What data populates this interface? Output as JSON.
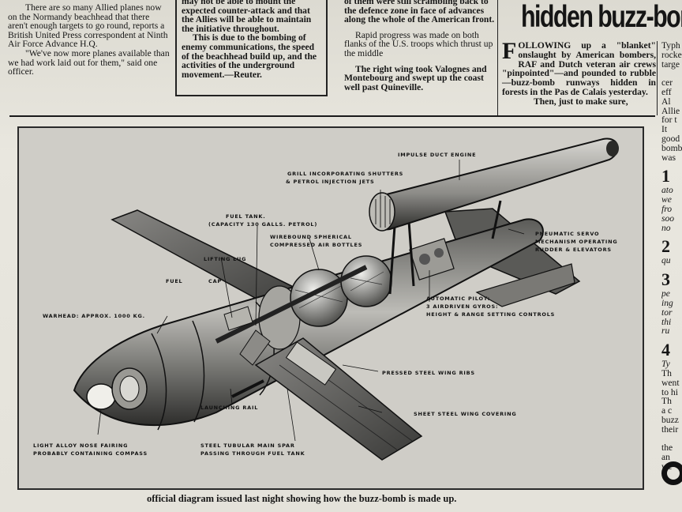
{
  "column1": {
    "paragraphs": [
      "There are so many Allied planes now on the Normandy beachhead that there aren't enough targets to go round, reports a British United Press correspondent at Ninth Air Force Advance H.Q.",
      "\"We've now more planes available than we had work laid out for them,\" said one officer."
    ]
  },
  "column2": {
    "paragraphs": [
      "may not be able to mount the expected counter-attack and that the Allies will be able to maintain the initiative throughout.",
      "This is due to the bombing of enemy communications, the speed of the beachhead build up, and the activities of the underground movement.—Reuter."
    ]
  },
  "column3": {
    "paragraphs": [
      "of them were still scrambling back to the defence zone in face of advances along the whole of the American front.",
      "Rapid progress was made on both flanks of the U.S. troops which thrust up the middle",
      "The right wing took Valognes and Montebourg and swept up the coast well past Quineville."
    ]
  },
  "headline": "hidden buzz-bomb",
  "column4": {
    "dropcap": "F",
    "text": "OLLOWING up a \"blanket\" onslaught by American bombers, RAF and Dutch veteran air crews \"pinpointed\"—and pounded to rubble—buzz-bomb runways hidden in forests in the Pas de Calais yesterday.",
    "last": "Then, just to make sure,"
  },
  "column5": {
    "lines": [
      "Typh",
      "rocke",
      "targe",
      "",
      "cer",
      "eff",
      "Al",
      "Allie",
      "for t",
      "It",
      "good",
      "bomb",
      "was"
    ],
    "items": [
      {
        "num": "1",
        "lines": [
          "ato",
          "we",
          "fro",
          "soo",
          "no"
        ]
      },
      {
        "num": "2",
        "lines": [
          "qu"
        ]
      },
      {
        "num": "3",
        "lines": [
          "pe",
          "ing",
          "tor",
          "thi",
          "ru"
        ]
      },
      {
        "num": "4",
        "lines": [
          "Ty"
        ]
      }
    ],
    "tail": [
      "Th",
      "went",
      "to hi",
      "Th",
      "a c",
      "buzz",
      "their",
      "",
      "the",
      "an",
      "we"
    ]
  },
  "figure": {
    "labels": {
      "engine": "IMPULSE DUCT ENGINE",
      "grill": "GRILL INCORPORATING SHUTTERS",
      "grill2": "& PETROL INJECTION JETS",
      "fuel_tank": "FUEL TANK.",
      "fuel_tank2": "(CAPACITY 130 GALLS. PETROL)",
      "bottles": "WIREBOUND SPHERICAL",
      "bottles2": "COMPRESSED AIR BOTTLES",
      "servo": "PNEUMATIC SERVO",
      "servo2": "MECHANISM OPERATING",
      "servo3": "RUDDER & ELEVATORS",
      "lifting_lug": "LIFTING LUG",
      "fuel_cap": "FUEL",
      "fuel_cap2": "CAP",
      "autopilot": "AUTOMATIC PILOT:",
      "autopilot2": "3 AIRDRIVEN GYROS:",
      "autopilot3": "HEIGHT & RANGE SETTING CONTROLS",
      "warhead": "WARHEAD: APPROX. 1000 KG.",
      "ribs": "PRESSED STEEL WING RIBS",
      "launching": "LAUNCHING RAIL",
      "covering": "SHEET STEEL WING COVERING",
      "nose": "LIGHT ALLOY NOSE FAIRING",
      "nose2": "PROBABLY CONTAINING COMPASS",
      "spar": "STEEL TUBULAR MAIN SPAR",
      "spar2": "PASSING THROUGH FUEL TANK"
    }
  },
  "caption": "official diagram issued last night showing how the buzz-bomb is made up."
}
